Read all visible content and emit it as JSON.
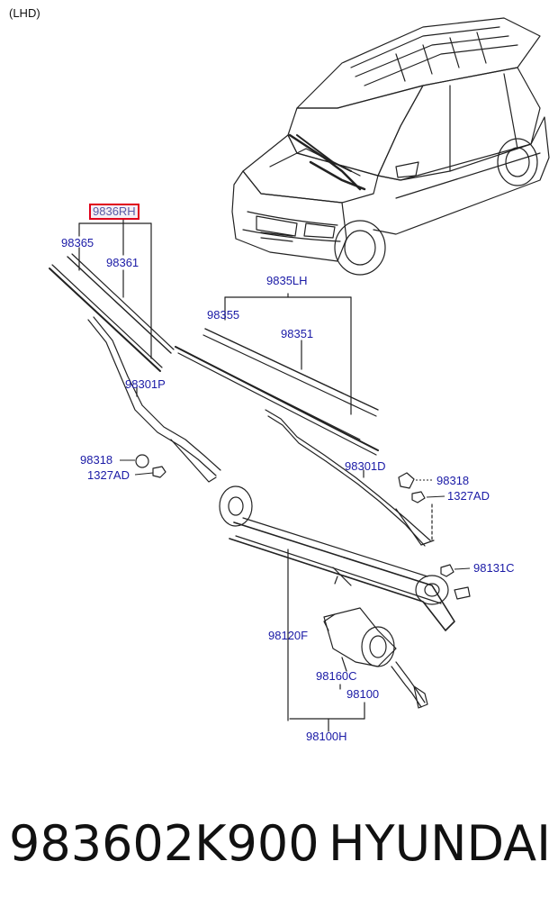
{
  "view_tag": "(LHD)",
  "callouts": {
    "c9836RH": "9836RH",
    "c98365": "98365",
    "c98361": "98361",
    "c98301P": "98301P",
    "c98318_left": "98318",
    "c1327AD_left": "1327AD",
    "c9835LH": "9835LH",
    "c98355": "98355",
    "c98351": "98351",
    "c98301D": "98301D",
    "c98318_right": "98318",
    "c1327AD_right": "1327AD",
    "c98131C": "98131C",
    "c98120F": "98120F",
    "c98160C": "98160C",
    "c98100": "98100",
    "c98100H": "98100H"
  },
  "footer": {
    "part_number": "983602K900",
    "brand": "HYUNDAI"
  },
  "colors": {
    "callout_text": "#1a1aa6",
    "highlight_border": "#e0001b",
    "line_art": "#222222"
  }
}
